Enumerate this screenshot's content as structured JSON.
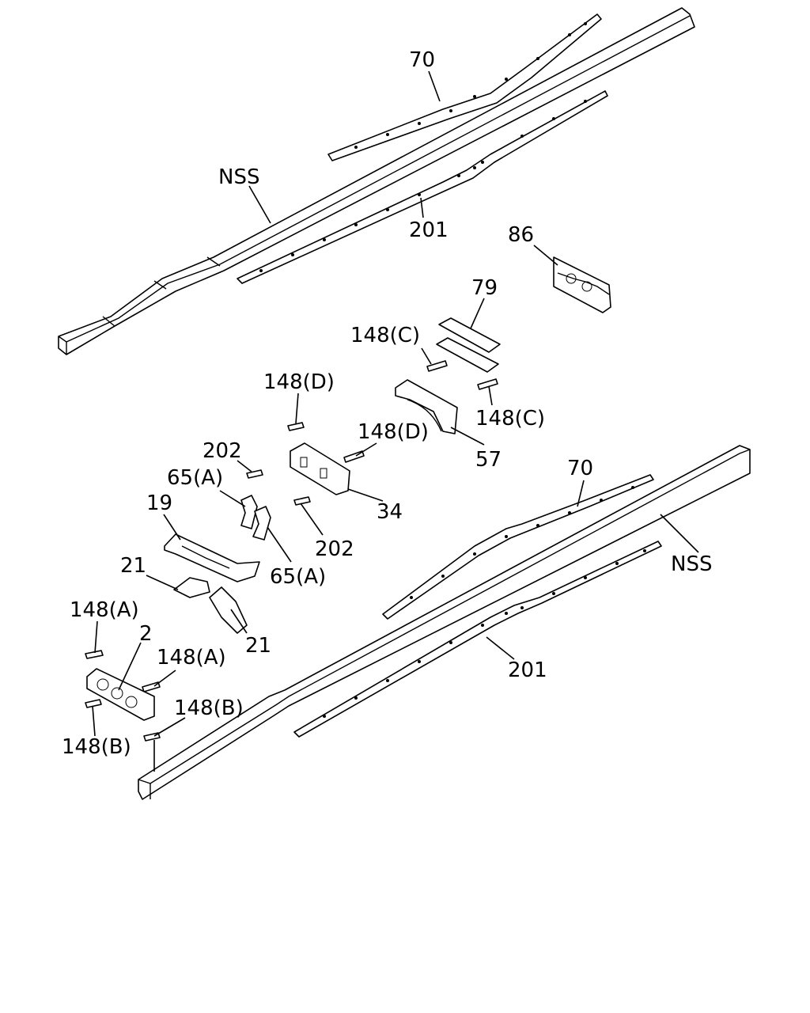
{
  "diagram": {
    "labels": {
      "top_70": "70",
      "top_nss": "NSS",
      "top_201": "201",
      "p86": "86",
      "p79": "79",
      "p148c_a": "148(C)",
      "p148c_b": "148(C)",
      "p148d_a": "148(D)",
      "p148d_b": "148(D)",
      "p57": "57",
      "p34": "34",
      "p202_a": "202",
      "p202_b": "202",
      "p65a_a": "65(A)",
      "p65a_b": "65(A)",
      "p19": "19",
      "p21_a": "21",
      "p21_b": "21",
      "p148a_a": "148(A)",
      "p148a_b": "148(A)",
      "p2": "2",
      "p148b_a": "148(B)",
      "p148b_b": "148(B)",
      "bot_70": "70",
      "bot_nss": "NSS",
      "bot_201": "201"
    }
  }
}
